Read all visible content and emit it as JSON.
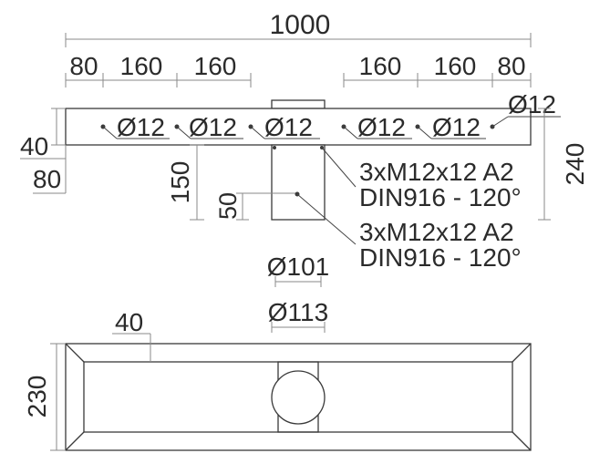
{
  "dimensions": {
    "overall_width": "1000",
    "left_spacing_1": "80",
    "left_spacing_2": "160",
    "left_spacing_3": "160",
    "right_spacing_1": "160",
    "right_spacing_2": "160",
    "right_spacing_3": "80",
    "top_thickness": "40",
    "left_height": "80",
    "total_height": "240",
    "post_height": "150",
    "post_hole_height": "50",
    "inner_diameter": "Ø101",
    "outer_diameter": "Ø113",
    "base_depth": "230",
    "base_border": "40"
  },
  "holes": {
    "hole_1": "Ø12",
    "hole_2": "Ø12",
    "hole_3": "Ø12",
    "hole_4": "Ø12",
    "hole_5": "Ø12",
    "hole_end": "Ø12"
  },
  "screws": {
    "upper_line1": "3xM12x12 A2",
    "upper_line2": "DIN916 - 120°",
    "lower_line1": "3xM12x12 A2",
    "lower_line2": "DIN916 - 120°"
  }
}
